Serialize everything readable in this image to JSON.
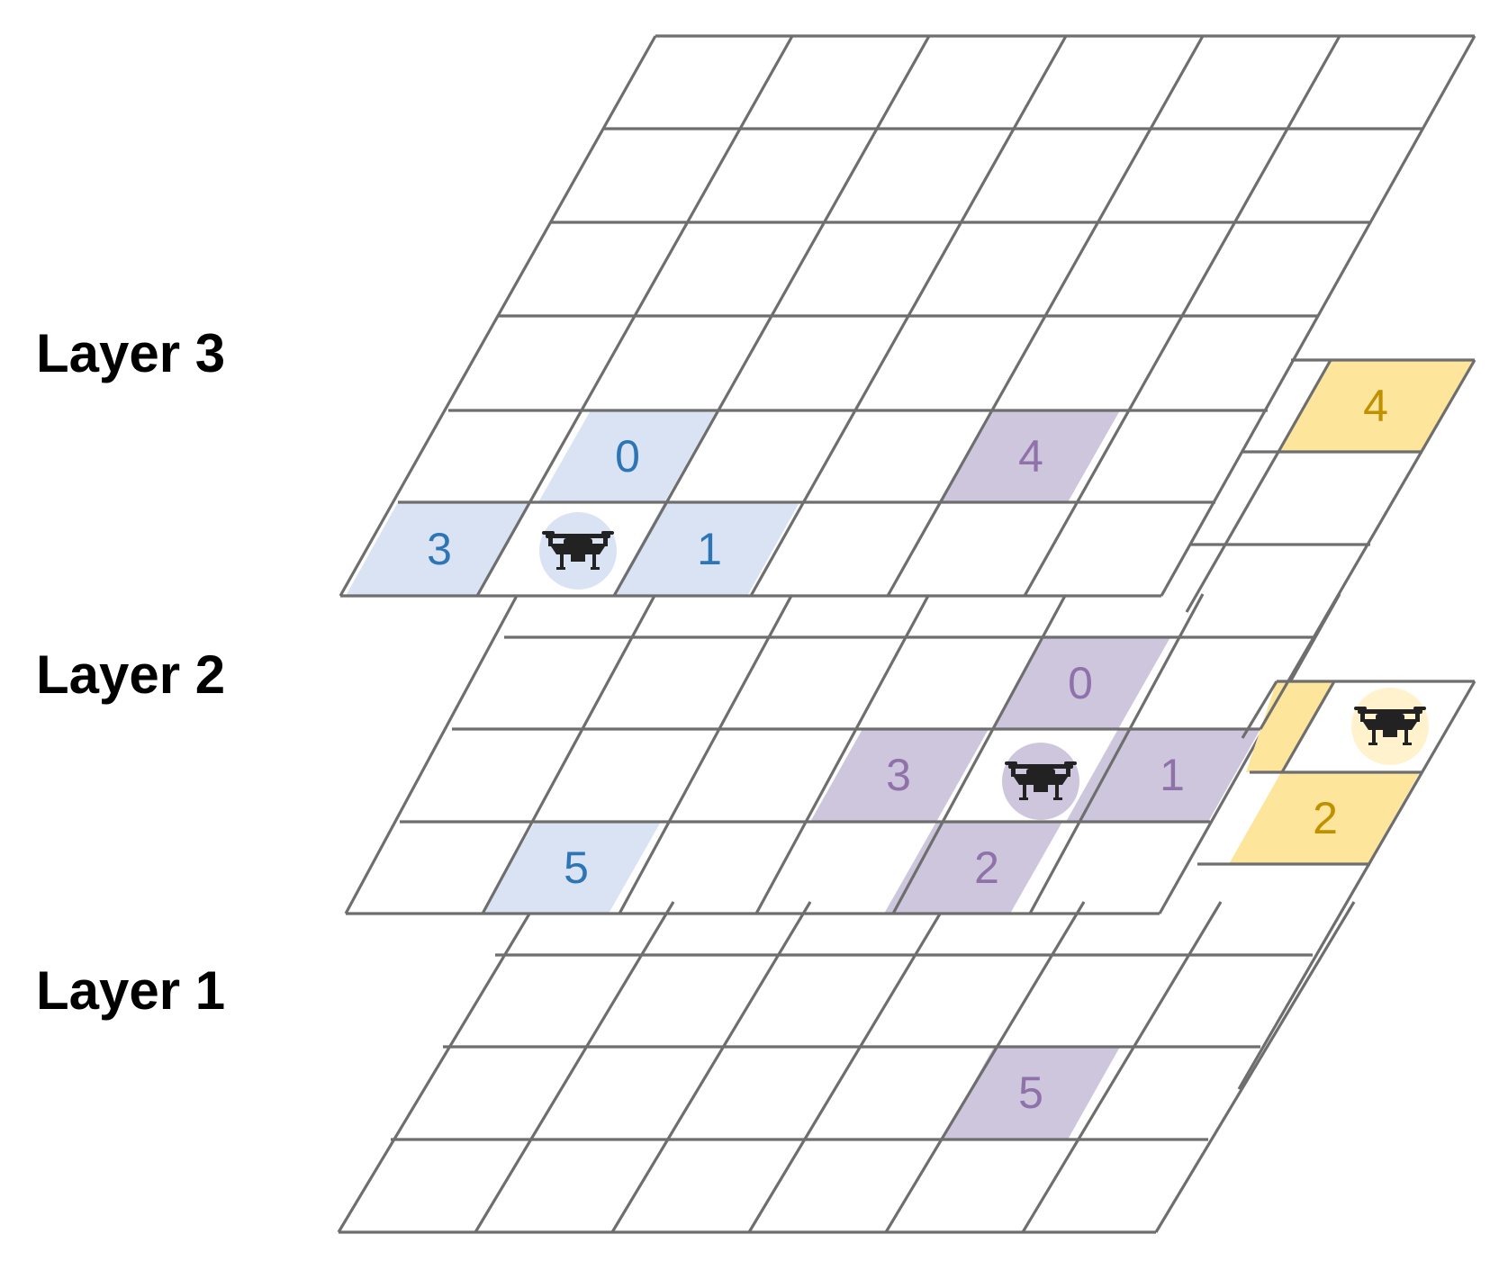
{
  "layer_labels": {
    "layer3": "Layer 3",
    "layer2": "Layer 2",
    "layer1": "Layer 1"
  },
  "colors": {
    "blue_fill": "#dae3f3",
    "blue_text": "#2e75b6",
    "purple_fill": "#cdc6dc",
    "purple_text": "#8f72a9",
    "yellow_fill": "#fde59b",
    "yellow_text": "#bf9000",
    "grid": "#6e6e6e",
    "blue_drone_bg": "#dae3f3",
    "purple_drone_bg": "#cdc6dc",
    "yellow_drone_bg": "#fff2cc"
  },
  "cells": {
    "layer3": [
      {
        "label": "0",
        "color": "blue"
      },
      {
        "label": "3",
        "color": "blue"
      },
      {
        "label": "1",
        "color": "blue"
      },
      {
        "label": "4",
        "color": "purple"
      }
    ],
    "layer3_side": [
      {
        "label": "4",
        "color": "yellow"
      }
    ],
    "layer2": [
      {
        "label": "0",
        "color": "purple"
      },
      {
        "label": "3",
        "color": "purple"
      },
      {
        "label": "1",
        "color": "purple"
      },
      {
        "label": "2",
        "color": "purple"
      },
      {
        "label": "5",
        "color": "blue"
      }
    ],
    "layer2_side": [
      {
        "label": "2",
        "color": "yellow"
      }
    ],
    "layer1": [
      {
        "label": "5",
        "color": "purple"
      }
    ]
  },
  "drones": [
    {
      "name": "blue-drone",
      "icon": "drone-icon"
    },
    {
      "name": "purple-drone",
      "icon": "drone-icon"
    },
    {
      "name": "yellow-drone",
      "icon": "drone-icon"
    }
  ]
}
